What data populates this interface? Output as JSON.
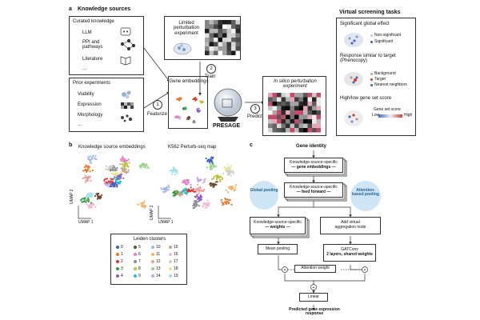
{
  "panel_a": {
    "label": "a",
    "knowledge_sources_title": "Knowledge sources",
    "curated_title": "Curated knowledge",
    "curated_items": [
      "LLM",
      "PPI and pathways",
      "Literature",
      "..."
    ],
    "prior_title": "Prior experiments",
    "prior_items": [
      "Viability",
      "Expression",
      "Morphology",
      "..."
    ],
    "featurize_num": "1",
    "featurize_label": "Featurize",
    "gene_embeddings": "Gene embeddings",
    "limited_perturbation": "Limited perturbation experiment",
    "train_num": "2",
    "train_label": "Train",
    "presage": "PRESAGE",
    "predict_num": "3",
    "predict_label": "Predict",
    "in_silico": "In silico perturbation experiment",
    "virtual_title": "Virtual screening tasks",
    "task1_title": "Significant global effect",
    "task1_legend": [
      "Non-significant",
      "Significant"
    ],
    "task2_title": "Response similar to target (Phenocopy)",
    "task2_legend": [
      "Background",
      "Target",
      "Nearest neighbors"
    ],
    "task3_title": "High/low gene set score",
    "task3_legend_title": "Gene set score",
    "task3_low": "Low",
    "task3_high": "High"
  },
  "panel_b": {
    "label": "b",
    "left_title": "Knowledge source embeddings",
    "right_title": "K562 Perturb-seq map",
    "umap1": "UMAP 1",
    "umap2": "UMAP 2",
    "legend_title": "Leiden clusters",
    "clusters": [
      "0",
      "1",
      "2",
      "3",
      "4",
      "5",
      "6",
      "7",
      "8",
      "9",
      "10",
      "11",
      "12",
      "13",
      "14",
      "15",
      "16",
      "17",
      "18",
      "19"
    ]
  },
  "panel_c": {
    "label": "c",
    "gene_identity": "Gene identity",
    "ks_embed_1": "Knowledge-source-specific",
    "ks_embed_2": "— gene embeddings —",
    "ks_ff_1": "Knowledge-source-specific",
    "ks_ff_2": "— feed forward —",
    "global_pooling": "Global pooling",
    "attention_pooling": "Attention-based pooling",
    "ks_weights_1": "Knowledge-source-specific",
    "ks_weights_2": "— weights —",
    "add_virtual": "Add virtual aggregation node",
    "mean_pooling": "Mean pooling",
    "gatconv_1": "GATConv",
    "gatconv_2": "2 layers, shared weights",
    "attention_weight": "Attention weight",
    "linear": "Linear",
    "predicted": "Predicted gene expression response"
  },
  "colors": {
    "cluster_colors": [
      "#3b5fc4",
      "#e8762b",
      "#e0342b",
      "#2f9e3e",
      "#8a5ac2",
      "#6b4a2f",
      "#e57ec4",
      "#8c8c8c",
      "#b9c23a",
      "#2cb9c8",
      "#9fb8e6",
      "#f5b26b",
      "#f29a9a",
      "#9ad48a",
      "#c6a8e0",
      "#c9a58a",
      "#f2b8d8",
      "#cfcfcf",
      "#e3e49a",
      "#9fe0e8"
    ],
    "pooling_circle": "#cfe6f7",
    "heat_low": "#3a6fd8",
    "heat_high": "#d83a3a",
    "arrow_pink": "#d0607a"
  }
}
